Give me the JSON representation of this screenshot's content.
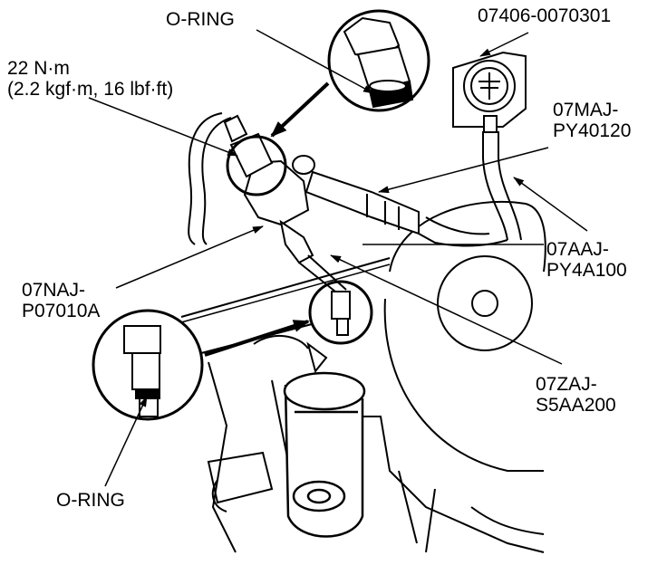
{
  "labels": {
    "oring_top": "O-RING",
    "tool_gauge": "07406-0070301",
    "torque_line1": "22 N·m",
    "torque_line2": "(2.2 kgf·m, 16 lbf·ft)",
    "adapter_hose_line1": "07MAJ-",
    "adapter_hose_line2": "PY40120",
    "hose_line1": "07AAJ-",
    "hose_line2": "PY4A100",
    "joint_line1": "07NAJ-",
    "joint_line2": "P07010A",
    "adapter_line1": "07ZAJ-",
    "adapter_line2": "S5AA200",
    "oring_bottom": "O-RING"
  }
}
